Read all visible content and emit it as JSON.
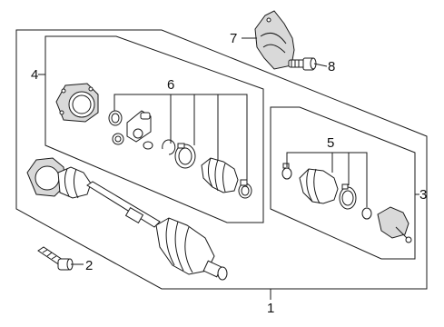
{
  "diagram": {
    "callouts": {
      "c1": "1",
      "c2": "2",
      "c3": "3",
      "c4": "4",
      "c5": "5",
      "c6": "6",
      "c7": "7",
      "c8": "8"
    }
  },
  "colors": {
    "line": "#1a1a1a",
    "background": "#ffffff",
    "shade": "#d9d9d9"
  }
}
